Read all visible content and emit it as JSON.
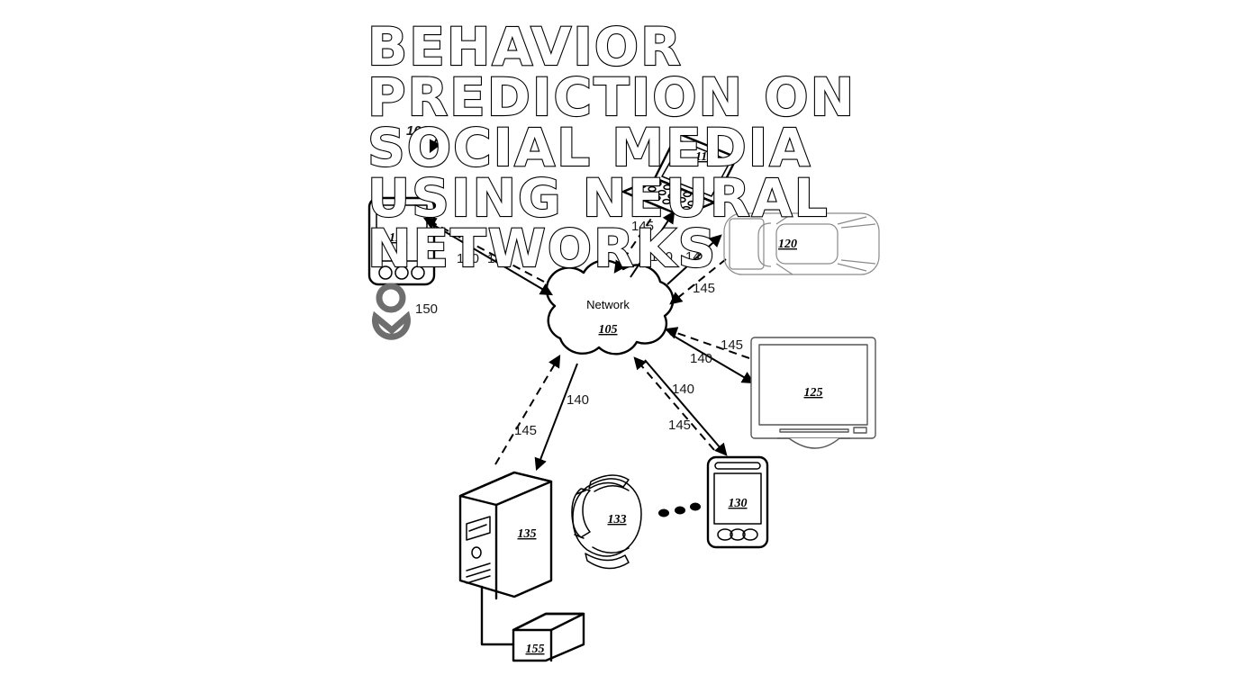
{
  "figure": {
    "title_lines": [
      "BEHAVIOR",
      "PREDICTION ON",
      "SOCIAL MEDIA",
      "USING NEURAL",
      "NETWORKS"
    ],
    "figure_ref": "100",
    "background_color": "#ffffff",
    "line_color": "#000000"
  },
  "network": {
    "label": "Network",
    "ref": "105"
  },
  "nodes": [
    {
      "id": "tablet",
      "ref": "110",
      "name": "tablet-device"
    },
    {
      "id": "laptop",
      "ref": "115",
      "name": "laptop-device"
    },
    {
      "id": "car",
      "ref": "120",
      "name": "vehicle"
    },
    {
      "id": "monitor",
      "ref": "125",
      "name": "desktop-monitor"
    },
    {
      "id": "smartphone",
      "ref": "130",
      "name": "smartphone-device"
    },
    {
      "id": "smartwatch",
      "ref": "133",
      "name": "smartwatch-device"
    },
    {
      "id": "server",
      "ref": "135",
      "name": "server-tower"
    },
    {
      "id": "user",
      "ref": "150",
      "name": "user-person-icon"
    },
    {
      "id": "database",
      "ref": "155",
      "name": "data-store"
    }
  ],
  "link_labels": {
    "solid": "140",
    "dashed": "145"
  },
  "connections": [
    {
      "node": "tablet",
      "out": "140",
      "in": "145"
    },
    {
      "node": "laptop",
      "out": "140",
      "in": "145"
    },
    {
      "node": "car",
      "out": "140",
      "in": "145"
    },
    {
      "node": "monitor",
      "out": "140",
      "in": "145"
    },
    {
      "node": "smartphone",
      "out": "140",
      "in": "145"
    },
    {
      "node": "server",
      "out": "140",
      "in": "145"
    }
  ],
  "ellipsis_dots": 3
}
